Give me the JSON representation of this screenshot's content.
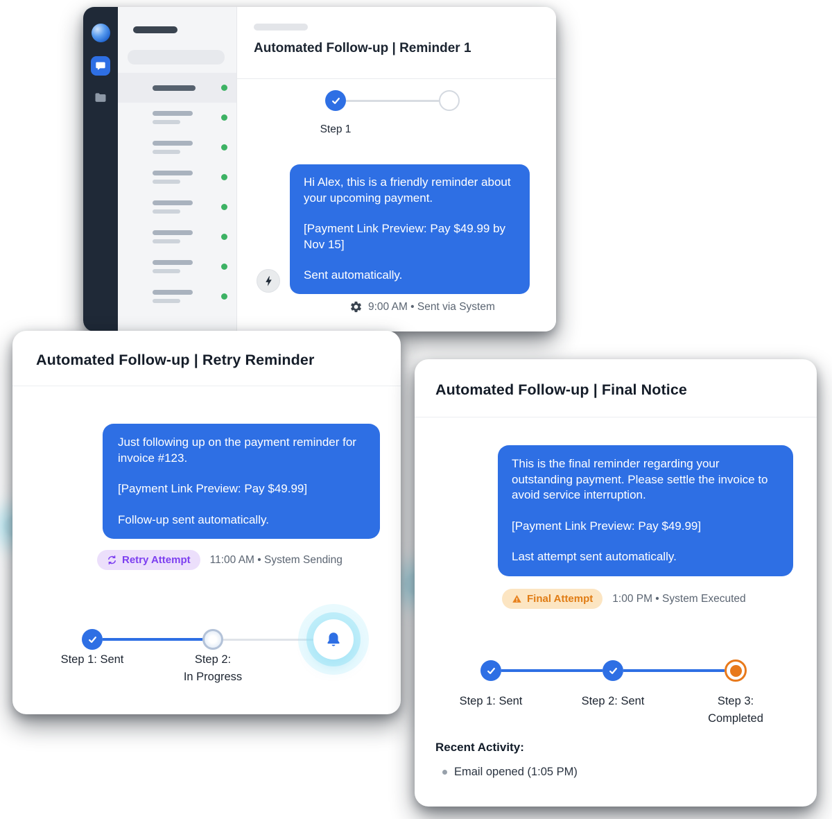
{
  "window": {
    "title": "Automated Follow-up | Reminder 1",
    "step1_label": "Step 1",
    "message": [
      "Hi Alex, this is a friendly reminder about your upcoming payment.",
      "[Payment Link Preview: Pay $49.99 by Nov 15]",
      "Sent automatically."
    ],
    "meta": "9:00 AM • Sent via System"
  },
  "retry": {
    "title": "Automated Follow-up | Retry Reminder",
    "message": [
      "Just following up on the payment reminder for invoice #123.",
      "[Payment Link Preview: Pay $49.99]",
      "Follow-up sent automatically."
    ],
    "badge": "Retry Attempt",
    "meta": "11:00 AM • System Sending",
    "step1": "Step 1: Sent",
    "step2_line1": "Step 2:",
    "step2_line2": "In Progress"
  },
  "final": {
    "title": "Automated Follow-up | Final Notice",
    "message": [
      "This is the final reminder regarding your outstanding payment. Please settle the invoice to avoid service interruption.",
      "[Payment Link Preview: Pay $49.99]",
      "Last attempt sent automatically."
    ],
    "badge": "Final Attempt",
    "meta": "1:00 PM • System Executed",
    "step1": "Step 1: Sent",
    "step2": "Step 2: Sent",
    "step3_line1": "Step 3:",
    "step3_line2": "Completed",
    "activity_heading": "Recent Activity:",
    "activity_item": "Email opened (1:05 PM)"
  },
  "colors": {
    "bubble_blue": "#2e6fe4",
    "sidebar_dark": "#1f2937",
    "online_green": "#3db264",
    "badge_purple_bg": "#ecdffb",
    "badge_purple_text": "#7d3ff0",
    "badge_orange_bg": "#fce5c2",
    "badge_orange_text": "#e07c14",
    "step_final_orange": "#e8791b",
    "glow_cyan": "#9ae3f5"
  },
  "icons": {
    "check": "✓",
    "automation_bolt": "⚡",
    "gear": "⚙",
    "retry": "⟳",
    "warning": "⚠",
    "bell": "🔔",
    "online_dot": "●"
  }
}
